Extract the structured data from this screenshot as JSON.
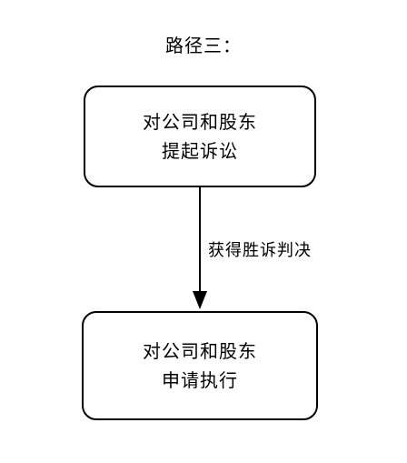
{
  "diagram": {
    "title": "路径三：",
    "nodes": [
      {
        "line1": "对公司和股东",
        "line2": "提起诉讼"
      },
      {
        "line1": "对公司和股东",
        "line2": "申请执行"
      }
    ],
    "edges": [
      {
        "label": "获得胜诉判决"
      }
    ]
  }
}
